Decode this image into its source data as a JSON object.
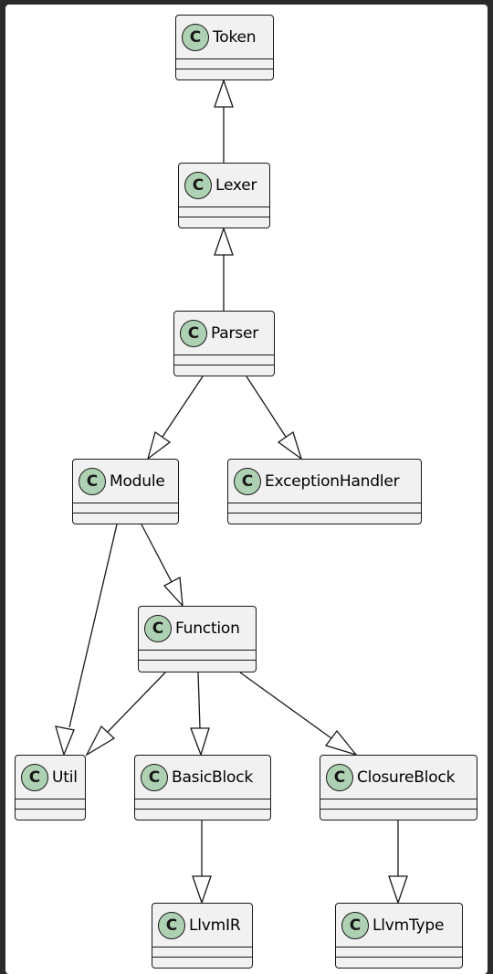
{
  "diagram": {
    "type": "uml-class-diagram",
    "classes": [
      {
        "id": "token",
        "name": "Token",
        "stereotype_glyph": "C"
      },
      {
        "id": "lexer",
        "name": "Lexer",
        "stereotype_glyph": "C"
      },
      {
        "id": "parser",
        "name": "Parser",
        "stereotype_glyph": "C"
      },
      {
        "id": "module",
        "name": "Module",
        "stereotype_glyph": "C"
      },
      {
        "id": "exceptionhandler",
        "name": "ExceptionHandler",
        "stereotype_glyph": "C"
      },
      {
        "id": "function",
        "name": "Function",
        "stereotype_glyph": "C"
      },
      {
        "id": "util",
        "name": "Util",
        "stereotype_glyph": "C"
      },
      {
        "id": "basicblock",
        "name": "BasicBlock",
        "stereotype_glyph": "C"
      },
      {
        "id": "closureblock",
        "name": "ClosureBlock",
        "stereotype_glyph": "C"
      },
      {
        "id": "llvmir",
        "name": "LlvmIR",
        "stereotype_glyph": "C"
      },
      {
        "id": "llvmtype",
        "name": "LlvmType",
        "stereotype_glyph": "C"
      }
    ],
    "relations": [
      {
        "from": "lexer",
        "to": "token",
        "kind": "inheritance"
      },
      {
        "from": "parser",
        "to": "lexer",
        "kind": "inheritance"
      },
      {
        "from": "parser",
        "to": "module",
        "kind": "inheritance"
      },
      {
        "from": "parser",
        "to": "exceptionhandler",
        "kind": "inheritance"
      },
      {
        "from": "module",
        "to": "util",
        "kind": "inheritance"
      },
      {
        "from": "module",
        "to": "function",
        "kind": "inheritance"
      },
      {
        "from": "function",
        "to": "util",
        "kind": "inheritance"
      },
      {
        "from": "function",
        "to": "basicblock",
        "kind": "inheritance"
      },
      {
        "from": "function",
        "to": "closureblock",
        "kind": "inheritance"
      },
      {
        "from": "basicblock",
        "to": "llvmir",
        "kind": "inheritance"
      },
      {
        "from": "closureblock",
        "to": "llvmtype",
        "kind": "inheritance"
      }
    ],
    "colors": {
      "class_fill": "#f1f1f1",
      "class_border": "#181818",
      "badge_fill": "#add1b2",
      "edge": "#181818"
    }
  }
}
